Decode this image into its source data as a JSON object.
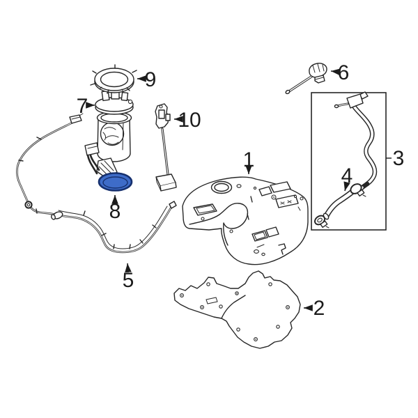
{
  "page": {
    "background": "#ffffff"
  },
  "diagram": {
    "type": "exploded-parts-diagram",
    "subject": "fuel-tank-assembly",
    "line_color": "#262626",
    "label_color": "#1b1b1b",
    "highlight": {
      "fill": "#3e6cc8",
      "stroke": "#16306e"
    },
    "callouts": [
      {
        "label": "1",
        "part": "fuel-tank",
        "highlighted": false
      },
      {
        "label": "2",
        "part": "skid-plate",
        "highlighted": false
      },
      {
        "label": "3",
        "part": "filler-pipe",
        "highlighted": false
      },
      {
        "label": "4",
        "part": "filler-hose-clamp",
        "highlighted": false
      },
      {
        "label": "5",
        "part": "fuel-lines",
        "highlighted": false
      },
      {
        "label": "6",
        "part": "filler-cap",
        "highlighted": false
      },
      {
        "label": "7",
        "part": "fuel-pump-module",
        "highlighted": false
      },
      {
        "label": "8",
        "part": "fuel-pump-seal",
        "highlighted": true
      },
      {
        "label": "9",
        "part": "lock-ring",
        "highlighted": false
      },
      {
        "label": "10",
        "part": "fuel-level-sender",
        "highlighted": false
      }
    ]
  }
}
